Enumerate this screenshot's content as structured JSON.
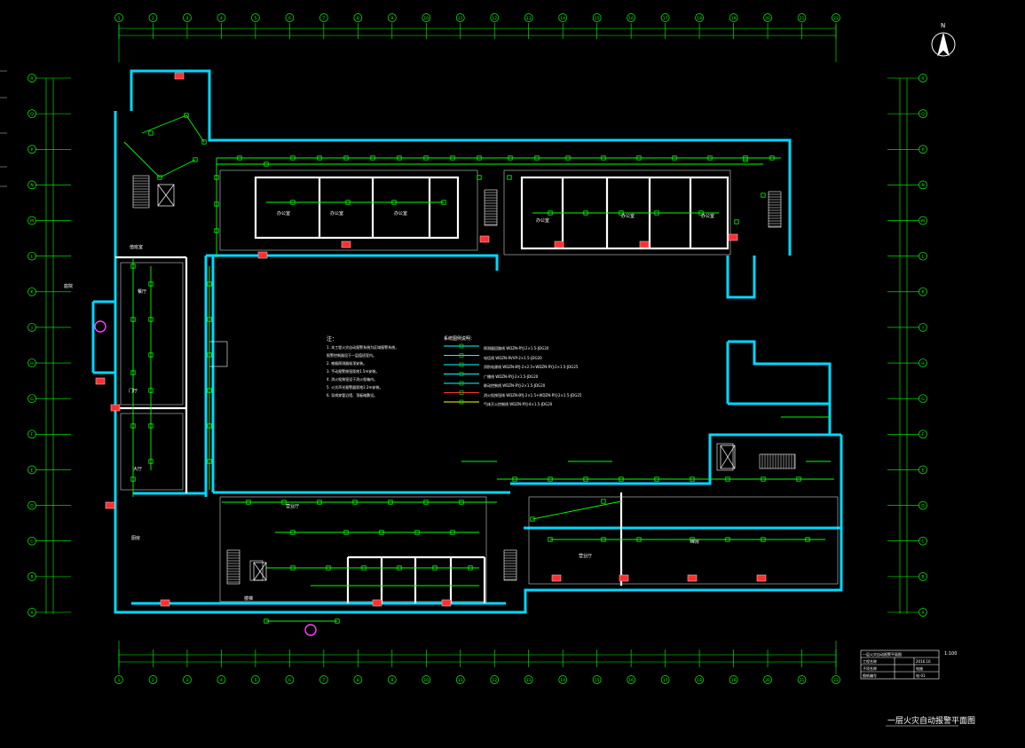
{
  "drawing": {
    "title": "一层火灾自动报警平面图",
    "scale": "1:100",
    "north_label": "N"
  },
  "axes": {
    "top": [
      "1",
      "2",
      "3",
      "4",
      "5",
      "6",
      "7",
      "8",
      "9",
      "10",
      "11",
      "12",
      "13",
      "14",
      "15",
      "16",
      "17",
      "18",
      "19",
      "20",
      "21",
      "22"
    ],
    "bottom": [
      "1",
      "2",
      "3",
      "4",
      "5",
      "6",
      "7",
      "8",
      "9",
      "10",
      "11",
      "12",
      "13",
      "14",
      "15",
      "16",
      "17",
      "18",
      "19",
      "20",
      "21",
      "22"
    ],
    "left": [
      "R",
      "Q",
      "P",
      "N",
      "M",
      "L",
      "K",
      "J",
      "H",
      "G",
      "F",
      "E",
      "D",
      "C",
      "B",
      "A"
    ],
    "right": [
      "R",
      "Q",
      "P",
      "N",
      "M",
      "L",
      "K",
      "J",
      "H",
      "G",
      "F",
      "E",
      "D",
      "C",
      "B",
      "A"
    ]
  },
  "rooms": {
    "office_a": "办公室",
    "office_b": "办公室",
    "office_c": "办公室",
    "office_d": "办公室",
    "office_e": "办公室",
    "office_f": "办公室",
    "lobby": "门厅",
    "hall": "大厅",
    "canteen": "餐厅",
    "kitchen": "厨房",
    "duty": "值班室",
    "stair": "楼梯",
    "service_hall_a": "营业厅",
    "service_hall_b": "营业厅",
    "store": "库房",
    "courtyard": "庭院"
  },
  "notes": {
    "heading": "注：",
    "lines": [
      "1. 本工程火灾自动报警系统为区域报警系统，",
      "   报警控制器设于一层值班室内。",
      "2. 感烟探测器吸顶安装。",
      "3. 手动报警按钮距地1.5m安装。",
      "4. 消火栓按钮设于消火栓箱内。",
      "5. 火灾声光报警器距地2.2m安装。",
      "6. 导线穿管沿墙、顶板暗敷设。"
    ]
  },
  "legend": {
    "heading": "系统图例说明：",
    "items": [
      {
        "label": "探测器回路线 WDZN-RYJ-2×1.5-JDG20",
        "color": "#00ffff"
      },
      {
        "label": "电话线 WDZN-RVVP-2×1.5-JDG20",
        "color": "#00ffff"
      },
      {
        "label": "消防电源线 WDZN-BYJ-2×2.5+WDZN-RYJ-2×1.5-JDG25",
        "color": "#00ffff"
      },
      {
        "label": "广播线 WDZN-RYJ-2×1.5-JDG20",
        "color": "#00ffff"
      },
      {
        "label": "联动控制线 WDZN-RYJ-2×1.5-JDG20",
        "color": "#00ffff"
      },
      {
        "label": "消火栓按钮线 WDZN-BYJ-2×1.5+WDZN-RYJ-2×1.5-JDG25",
        "color": "#ff3333"
      },
      {
        "label": "气体灭火控制线 WDZN-RYJ-4×1.5-JDG20",
        "color": "#ffff00"
      }
    ]
  },
  "titleblock": {
    "header": "一层火灾自动报警平面图",
    "row1_left": "工程名称",
    "row1_right": "2016.10",
    "row2_left": "子项名称",
    "row2_right": "电施",
    "row3_left": "图纸编号",
    "row3_right": "电-01"
  },
  "colors": {
    "grid": "#00ff00",
    "wall": "#00ffff",
    "wall_white": "#ffffff",
    "device": "#00ff00",
    "hydrant": "#ff3030",
    "background": "#000000"
  }
}
